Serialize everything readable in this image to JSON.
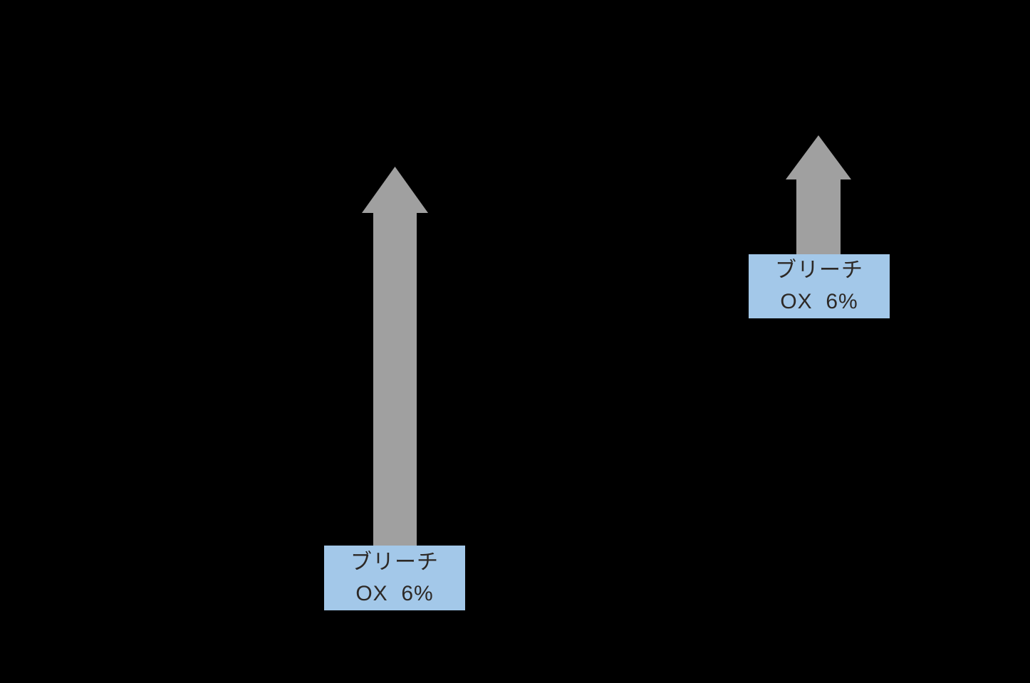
{
  "diagram": {
    "background": "#000000",
    "colors": {
      "arrow": "#a0a0a0",
      "box": "#a3c8e9",
      "text": "#2d2926"
    },
    "groups": [
      {
        "id": "left",
        "icon": "arrow-up-icon",
        "label": {
          "line1": "ブリーチ",
          "line2": "OX  6%"
        }
      },
      {
        "id": "right",
        "icon": "arrow-up-icon",
        "label": {
          "line1": "ブリーチ",
          "line2": "OX  6%"
        }
      }
    ]
  }
}
